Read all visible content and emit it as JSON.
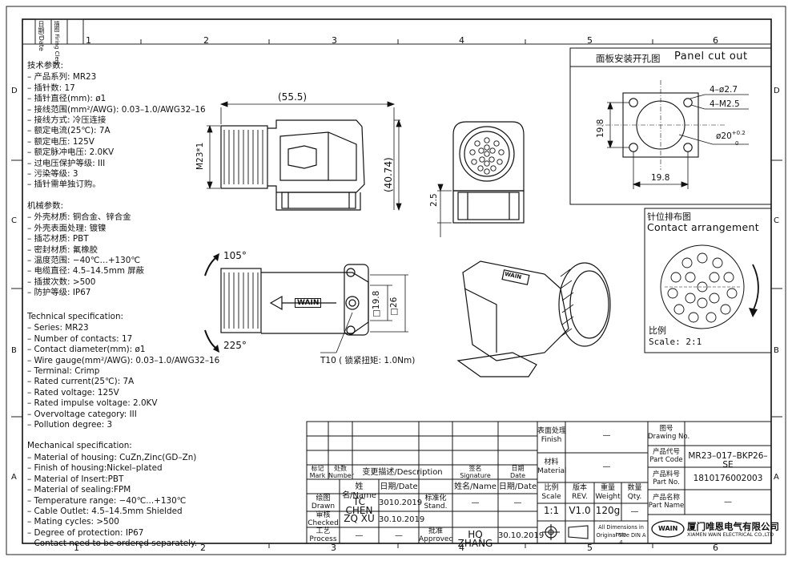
{
  "frame": {
    "columns": [
      "1",
      "2",
      "3",
      "4",
      "5",
      "6"
    ],
    "rows": [
      "D",
      "C",
      "B",
      "A"
    ],
    "margin_labels": [
      "日期/Date",
      "描图 Firing Clerk"
    ]
  },
  "spec_cn": {
    "tech_title": "技术参数:",
    "tech": [
      "产品系列: MR23",
      "插针数: 17",
      "插针直径(mm): ø1",
      "接线范围(mm²/AWG): 0.03–1.0/AWG32–16",
      "  接线方式: 冷压连接",
      "额定电流(25℃): 7A",
      "额定电压: 125V",
      "额定脉冲电压: 2.0KV",
      "过电压保护等级: III",
      "污染等级: 3",
      "插针需单独订购。"
    ],
    "mech_title": "机械参数:",
    "mech": [
      "外壳材质: 铜合金、锌合金",
      "外壳表面处理: 镀镍",
      "插芯材质: PBT",
      "密封材质: 氟橡胶",
      "温度范围: −40℃…+130℃",
      "电缆直径: 4.5–14.5mm  屏蔽",
      "插拔次数: >500",
      "防护等级: IP67"
    ]
  },
  "spec_en": {
    "tech_title": "Technical specification:",
    "tech": [
      "Series: MR23",
      "Number of contacts: 17",
      "Contact diameter(mm): ø1",
      "Wire gauge(mm²/AWG): 0.03–1.0/AWG32–16",
      "Terminal: Crimp",
      "Rated current(25℃): 7A",
      "Rated voltage: 125V",
      "Rated impulse voltage: 2.0KV",
      "Overvoltage category: III",
      "Pollution degree: 3"
    ],
    "mech_title": "Mechanical specification:",
    "mech": [
      "Material of housing: CuZn,Zinc(GD–Zn)",
      "Finish of housing:Nickel–plated",
      "Material of Insert:PBT",
      "Material of sealing:FPM",
      "Temperature range: −40℃...+130℃",
      "Cable Outlet:  4.5–14.5mm Shielded",
      "Mating cycles: >500",
      "Degree of protection: IP67",
      "Contact need to be ordered separately."
    ]
  },
  "drawing": {
    "dim_length": "(55.5)",
    "dim_thread": "M23*1",
    "dim_height": "(40.74)",
    "dim_front": "2.5",
    "angle_top": "105°",
    "angle_bottom": "225°",
    "dim_square": "□19.8",
    "dim_square2": "□26",
    "torque_note": "T10 ( 锁紧扭矩: 1.0Nm)",
    "brand": "WAIN"
  },
  "panel_cut": {
    "title_cn": "面板安装开孔图",
    "title_en": "Panel cut out",
    "holes": "4–ø2.7",
    "thread": "4–M2.5",
    "dim_v": "19.8",
    "dim_h": "19.8",
    "center": "ø20",
    "tol_up": "+0.2",
    "tol_dn": "0"
  },
  "contact": {
    "title_cn": "针位排布图",
    "title_en": "Contact arrangement",
    "scale_cn": "比例",
    "scale_en": "Scale: 2:1"
  },
  "title_block": {
    "rev_headers": {
      "mark": "标记\nMark",
      "number": "处数\nNumber",
      "desc": "变更描述/Description",
      "sig": "签名\nSignature",
      "date": "日期\nDate"
    },
    "name_h": "姓名/Name",
    "date_h": "日期/Date",
    "drawn": "绘图\nDrawn",
    "drawn_name": "TC CHEN",
    "drawn_date": "3010.2019",
    "stand": "标准化\nStand.",
    "stand_name": "—",
    "stand_date": "—",
    "checked": "审核\nChecked",
    "checked_name": "ZQ XU",
    "checked_date": "30.10.2019",
    "process": "工艺\nProcess",
    "process_name": "—",
    "process_date": "—",
    "approved": "批准\nApproved",
    "approved_name": "HQ ZHANG",
    "approved_date": "30.10.2019",
    "finish_l": "表面处理\nFinish",
    "finish_v": "—",
    "material_l": "材料\nMaterial",
    "material_v": "—",
    "scale_l": "比例\nScale",
    "scale_v": "1:1",
    "rev_l": "版本\nREV.",
    "rev_v": "V1.0",
    "weight_l": "重量\nWeight",
    "weight_v": "120g",
    "qty_l": "数量\nQty.",
    "qty_v": "—",
    "dims_note1": "All Dimensions in mm",
    "dims_note2": "Original Size DIN A 4",
    "drawing_no_l": "图号\nDrawing No.",
    "drawing_no_v": "",
    "part_code_l": "产品代号\nPart Code",
    "part_code_v": "MR23–017–BKP26–SE",
    "part_no_l": "产品料号\nPart No.",
    "part_no_v": "1810176002003",
    "part_name_l": "产品名称\nPart Name",
    "part_name_v": "—",
    "company_cn": "厦门唯恩电气有限公司",
    "company_en": "XIAMEN WAIN ELECTRICAL CO.,LTD",
    "logo": "WAIN"
  }
}
